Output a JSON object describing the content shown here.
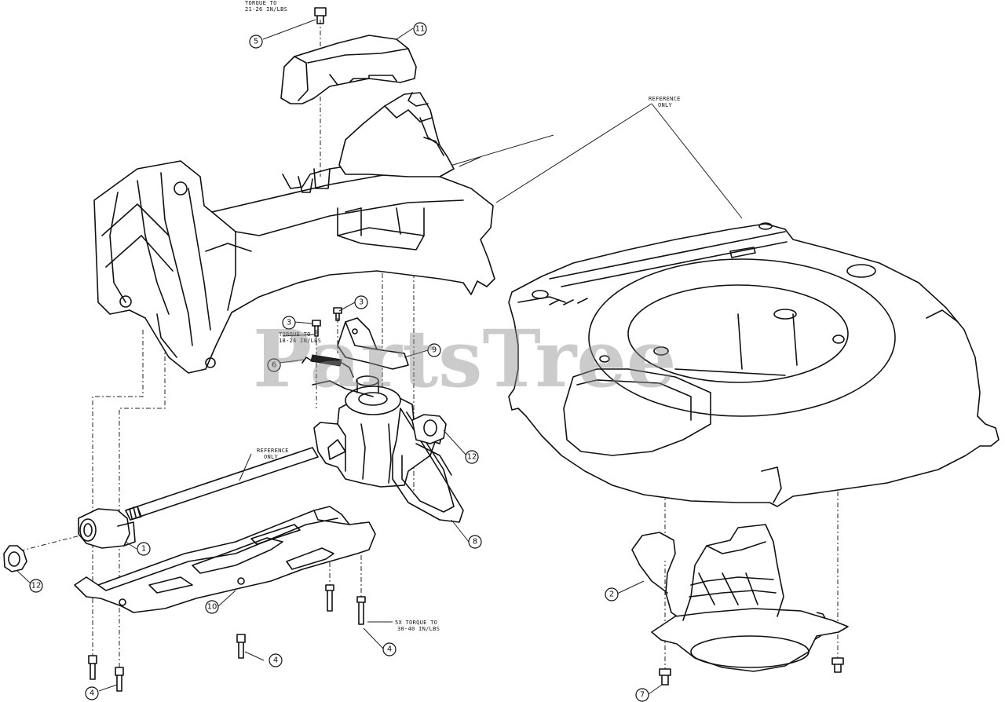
{
  "watermark": {
    "brand": "PartsTree",
    "trademark": "™"
  },
  "notes": {
    "torque_top": [
      "TORQUE TO",
      "21-26 IN/LBS"
    ],
    "torque_mid": [
      "TORQUE TO",
      "18-24 IN/LBS"
    ],
    "torque_bottom": [
      "5X TORQUE TO",
      "30-40 IN/LBS"
    ],
    "reference_deck": [
      "REFERENCE",
      "ONLY"
    ],
    "reference_axle": [
      "REFERENCE",
      "ONLY"
    ]
  },
  "callouts": {
    "c1": "1",
    "c2": "2",
    "c3a": "3",
    "c3b": "3",
    "c4a": "4",
    "c4b": "4",
    "c4c": "4",
    "c5": "5",
    "c6": "6",
    "c7": "7",
    "c8": "8",
    "c9": "9",
    "c10": "10",
    "c11": "11",
    "c12a": "12",
    "c12b": "12"
  }
}
